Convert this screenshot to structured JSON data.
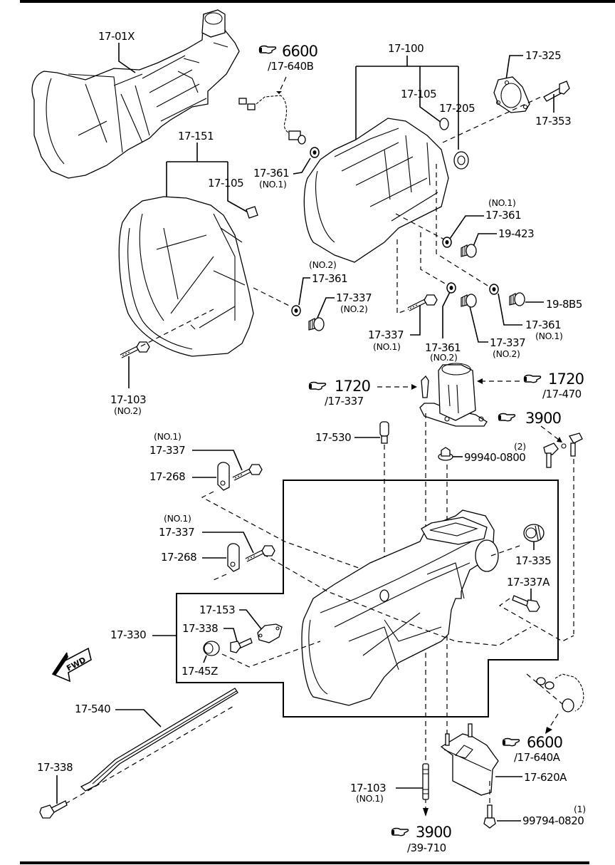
{
  "diagram": {
    "type": "exploded-parts-view",
    "subject": "manual transmission case assembly",
    "colors": {
      "ink": "#000000",
      "paper": "#ffffff"
    },
    "fwd_indicator": {
      "icon": "fwd-arrow-icon",
      "text": "FWD"
    },
    "labels": {
      "trans_assy": "17-01X",
      "ext_housing": "17-100",
      "ext_plug": "17-105",
      "ext_seal": "17-205",
      "cover_gasket": "17-325",
      "cover_bolt": "17-353",
      "clutch_housing": "17-151",
      "ch_plug": "17-105",
      "washer_top": "17-361",
      "washer_top_note": "(NO.1)",
      "washer_r1": "17-361",
      "washer_r1_note": "(NO.1)",
      "plug_19423": "19-423",
      "washer_left": "17-361",
      "washer_left_note": "(NO.2)",
      "plug_left": "17-337",
      "plug_left_note": "(NO.2)",
      "bolt_mid": "17-337",
      "bolt_mid_note": "(NO.1)",
      "washer_mid": "17-361",
      "washer_mid_note": "(NO.2)",
      "plug_mid": "17-337",
      "plug_mid_note": "(NO.2)",
      "washer_r2": "17-361",
      "washer_r2_note": "(NO.1)",
      "plug_198b5": "19-8B5",
      "bolt_103": "17-103",
      "bolt_103_note": "(NO.2)",
      "switch_530": "17-530",
      "nut_99940": "99940-0800",
      "nut_99940_qty": "(2)",
      "clip_bolt_a": "17-337",
      "clip_bolt_a_note": "(NO.1)",
      "clip_a": "17-268",
      "clip_bolt_b": "17-337",
      "clip_bolt_b_note": "(NO.1)",
      "clip_b": "17-268",
      "bushing_335": "17-335",
      "bolt_337a": "17-337A",
      "main_case": "17-330",
      "plate_153": "17-153",
      "bolt_338_inner": "17-338",
      "seal_45z": "17-45Z",
      "rod_540": "17-540",
      "bolt_338": "17-338",
      "stud_103": "17-103",
      "stud_103_note": "(NO.1)",
      "mount_620a": "17-620A",
      "bolt_99794": "99794-0820",
      "bolt_99794_qty": "(1)"
    },
    "references": [
      {
        "id": "ref-6600-b",
        "icon": "pointing-hand-icon",
        "group": "6600",
        "part": "/17-640B"
      },
      {
        "id": "ref-1720-left",
        "icon": "pointing-hand-icon",
        "group": "1720",
        "part": "/17-337"
      },
      {
        "id": "ref-1720-right",
        "icon": "pointing-hand-icon",
        "group": "1720",
        "part": "/17-470"
      },
      {
        "id": "ref-3900-top",
        "icon": "pointing-hand-icon",
        "group": "3900",
        "part": ""
      },
      {
        "id": "ref-6600-a",
        "icon": "pointing-hand-icon",
        "group": "6600",
        "part": "/17-640A"
      },
      {
        "id": "ref-3900-bottom",
        "icon": "pointing-hand-icon",
        "group": "3900",
        "part": "/39-710"
      }
    ]
  }
}
